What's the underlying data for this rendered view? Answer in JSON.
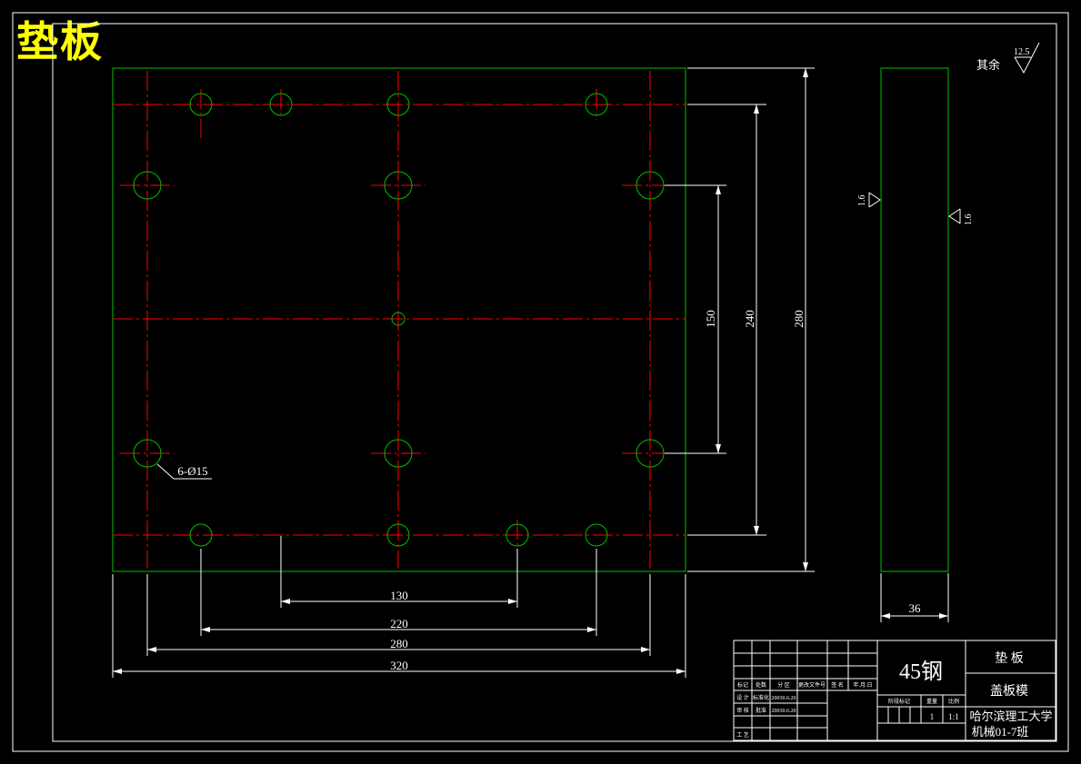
{
  "title": "垫板",
  "dimensions": {
    "d130": "130",
    "d220": "220",
    "d280_h": "280",
    "d320": "320",
    "d150": "150",
    "d240": "240",
    "d280_v": "280",
    "d36": "36"
  },
  "hole_callout": "6-Ø15",
  "surface_finish": {
    "other_label": "其余",
    "other_value": "12.5",
    "left_value": "1.6",
    "right_value": "1.6"
  },
  "title_block": {
    "material": "45钢",
    "part_name": "垫 板",
    "assembly": "盖板模",
    "school": "哈尔滨理工大学",
    "class": "机械01-7班",
    "qty": "1",
    "scale": "1:1",
    "row_labels": [
      "标记",
      "设 计",
      "审 核",
      "工 艺"
    ],
    "col_labels": [
      "处数",
      "分 区",
      "更改文件号",
      "签 名",
      "年.月.日"
    ],
    "design_extra": [
      "标准化",
      "20030.6.20"
    ],
    "review_extra": [
      "批准",
      "20030.6.20"
    ],
    "stage_label": "阶段标记",
    "weight_label": "重量",
    "scale_label": "比例"
  },
  "colors": {
    "outline": "#00c000",
    "centerline": "#ff0000",
    "dimension": "#ffffff",
    "frame": "#ffffff",
    "title": "#ffff00"
  }
}
